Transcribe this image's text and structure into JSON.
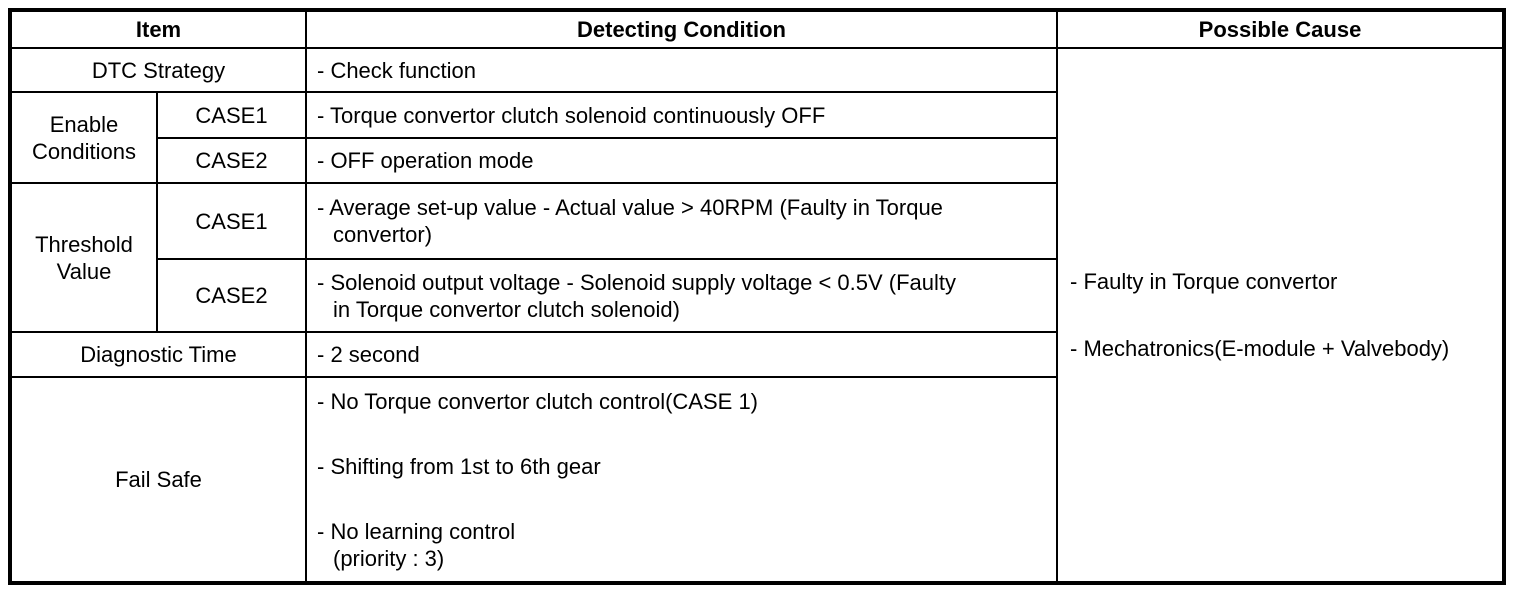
{
  "table": {
    "headers": {
      "item": "Item",
      "detecting_condition": "Detecting Condition",
      "possible_cause": "Possible Cause"
    },
    "rows": {
      "dtc_strategy": {
        "label": "DTC Strategy",
        "condition": "- Check function"
      },
      "enable_conditions": {
        "label": "Enable Conditions",
        "cases": [
          {
            "case": "CASE1",
            "condition": "- Torque convertor clutch solenoid continuously OFF"
          },
          {
            "case": "CASE2",
            "condition": "- OFF operation mode"
          }
        ]
      },
      "threshold_value": {
        "label": "Threshold Value",
        "cases": [
          {
            "case": "CASE1",
            "condition": "- Average set-up value - Actual value > 40RPM (Faulty in Torque\nconvertor)"
          },
          {
            "case": "CASE2",
            "condition": "- Solenoid output voltage - Solenoid supply voltage < 0.5V (Faulty\nin Torque convertor clutch solenoid)"
          }
        ]
      },
      "diagnostic_time": {
        "label": "Diagnostic Time",
        "condition": "- 2 second"
      },
      "fail_safe": {
        "label": "Fail Safe",
        "conditions": [
          "- No Torque convertor clutch control(CASE 1)",
          "- Shifting from 1st to 6th gear",
          "- No learning control\n(priority : 3)"
        ]
      }
    },
    "possible_causes": [
      "- Faulty in Torque convertor",
      "- Mechatronics(E-module + Valvebody)"
    ]
  }
}
